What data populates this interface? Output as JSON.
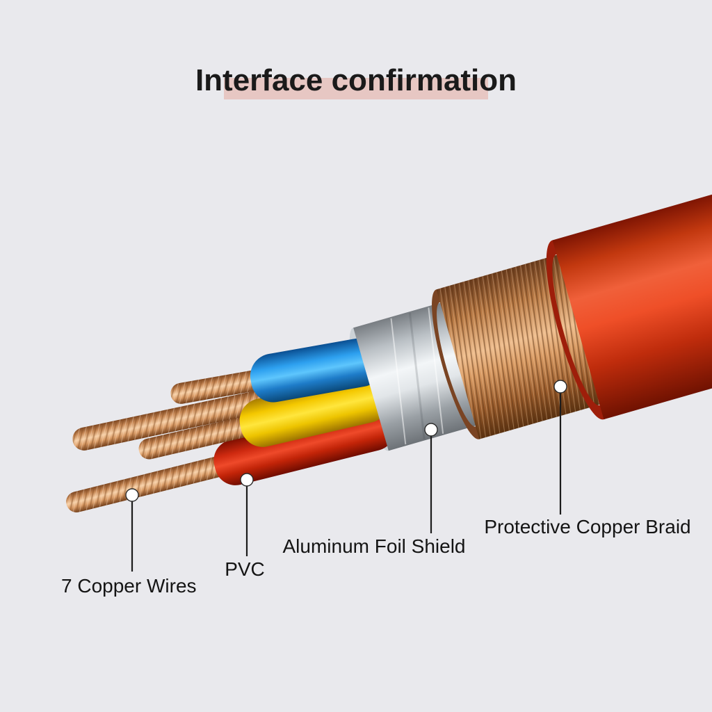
{
  "title": {
    "text": "Interface confirmation"
  },
  "diagram": {
    "labels": [
      {
        "id": "copper-wires",
        "text": "7 Copper Wires"
      },
      {
        "id": "pvc",
        "text": "PVC"
      },
      {
        "id": "aluminum-foil-shield",
        "text": "Aluminum Foil Shield"
      },
      {
        "id": "protective-copper-braid",
        "text": "Protective Copper Braid"
      }
    ]
  },
  "colors": {
    "background": "#e9e9ed",
    "title_text": "#1a1a1a",
    "title_highlight": "#e7c7c3",
    "label_text": "#141414",
    "jacket_red": "#d53a1e",
    "copper_braid": "#d89a6a",
    "foil_silver": "#e2e6e9",
    "wire_blue": "#2e9de8",
    "wire_yellow": "#ffdd00",
    "wire_red": "#d42310",
    "copper_strand": "#e8b184"
  }
}
